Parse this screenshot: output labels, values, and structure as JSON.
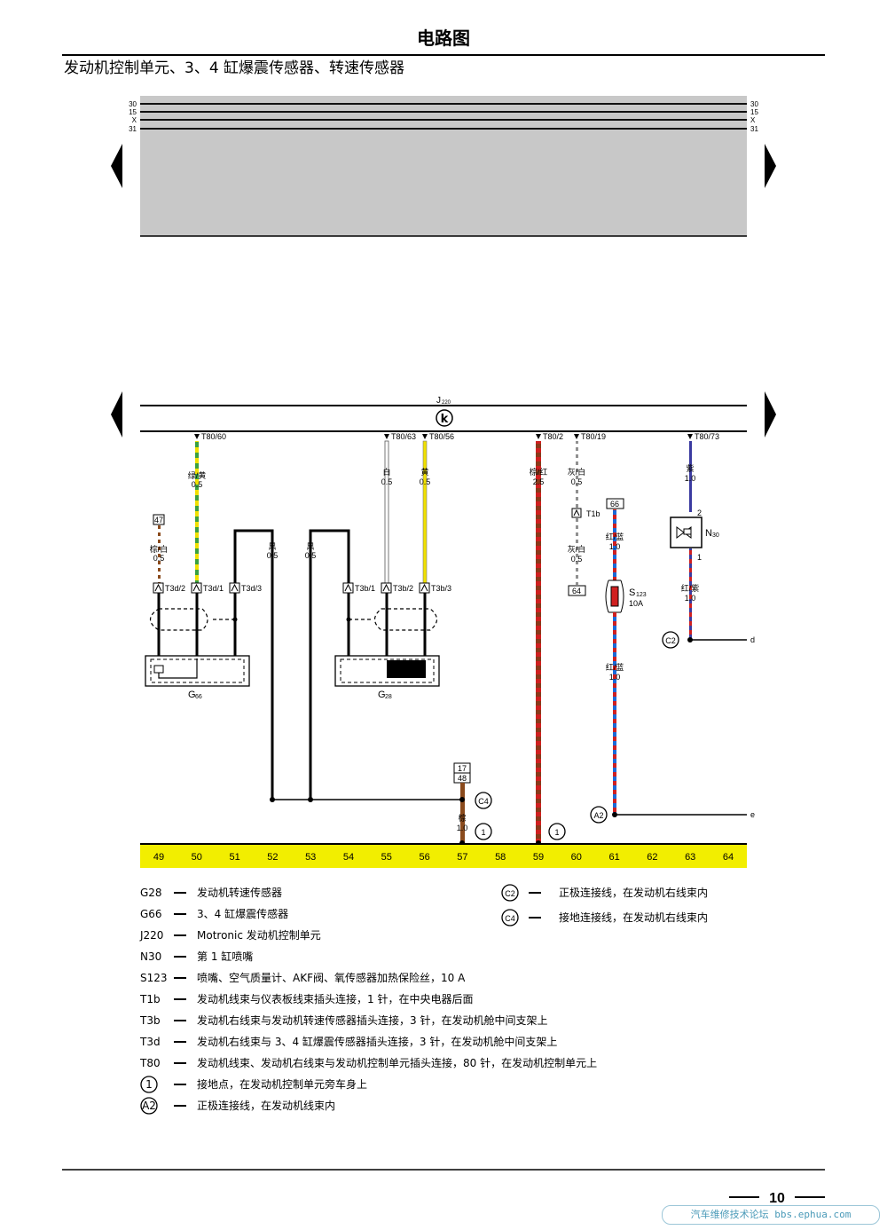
{
  "header": {
    "title": "电路图",
    "subtitle": "发动机控制单元、3、4 缸爆震传感器、转速传感器"
  },
  "rails": {
    "left": [
      "30",
      "15",
      "X",
      "31"
    ],
    "right": [
      "30",
      "15",
      "X",
      "31"
    ]
  },
  "ecu": {
    "label_main": "J",
    "label_sub": "220",
    "symbol": "k"
  },
  "pins": {
    "t80_60": "T80/60",
    "t80_63": "T80/63",
    "t80_56": "T80/56",
    "t80_2": "T80/2",
    "t80_19": "T80/19",
    "t80_73": "T80/73",
    "t3d2": "T3d/2",
    "t3d1": "T3d/1",
    "t3d3": "T3d/3",
    "t3b1": "T3b/1",
    "t3b2": "T3b/2",
    "t3b3": "T3b/3",
    "t1b": "T1b"
  },
  "wires": {
    "gn_ye": {
      "color": "绿/黄",
      "size": "0.5"
    },
    "br_ws": {
      "color": "棕/白",
      "size": "0.5"
    },
    "sw1": {
      "color": "黑",
      "size": "0.5"
    },
    "sw2": {
      "color": "黑",
      "size": "0.5"
    },
    "ws": {
      "color": "白",
      "size": "0.5"
    },
    "ge": {
      "color": "黄",
      "size": "0.5"
    },
    "br_ro": {
      "color": "棕/红",
      "size": "2.5"
    },
    "gr_ws1": {
      "color": "灰/白",
      "size": "0.5"
    },
    "gr_ws2": {
      "color": "灰/白",
      "size": "0.5"
    },
    "li": {
      "color": "紫",
      "size": "1.0"
    },
    "ro_bl1": {
      "color": "红/蓝",
      "size": "1.0"
    },
    "ro_bl2": {
      "color": "红/蓝",
      "size": "1.0"
    },
    "ro_li": {
      "color": "红/紫",
      "size": "1.0"
    },
    "br": {
      "color": "棕",
      "size": "1.0"
    }
  },
  "refs": {
    "r47": "47",
    "r66": "66",
    "r64": "64",
    "r17": "17",
    "r48": "48",
    "d": "d",
    "e": "e"
  },
  "components": {
    "g66": {
      "main": "G",
      "sub": "66"
    },
    "g28": {
      "main": "G",
      "sub": "28"
    },
    "s123": {
      "main": "S",
      "sub": "123",
      "rating": "10A"
    },
    "n30": {
      "main": "N",
      "sub": "30",
      "pin_top": "2",
      "pin_bottom": "1"
    }
  },
  "connectors": {
    "c2": "C2",
    "c4": "C4",
    "a2": "A2",
    "g1a": "1",
    "g1b": "1"
  },
  "tracks": [
    "49",
    "50",
    "51",
    "52",
    "53",
    "54",
    "55",
    "56",
    "57",
    "58",
    "59",
    "60",
    "61",
    "62",
    "63",
    "64"
  ],
  "legend_left": [
    {
      "code": "G28",
      "text": "发动机转速传感器"
    },
    {
      "code": "G66",
      "text": "3、4 缸爆震传感器"
    },
    {
      "code": "J220",
      "text": "Motronic 发动机控制单元"
    },
    {
      "code": "N30",
      "text": "第 1 缸喷嘴"
    },
    {
      "code": "S123",
      "text": "喷嘴、空气质量计、AKF阀、氧传感器加热保险丝，10 A"
    },
    {
      "code": "T1b",
      "text": "发动机线束与仪表板线束插头连接，1 针，在中央电器后面"
    },
    {
      "code": "T3b",
      "text": "发动机右线束与发动机转速传感器插头连接，3 针，在发动机舱中间支架上"
    },
    {
      "code": "T3d",
      "text": "发动机右线束与 3、4 缸爆震传感器插头连接，3 针，在发动机舱中间支架上"
    },
    {
      "code": "T80",
      "text": "发动机线束、发动机右线束与发动机控制单元插头连接，80 针，在发动机控制单元上"
    },
    {
      "code": "1",
      "text": "接地点，在发动机控制单元旁车身上"
    },
    {
      "code": "A2",
      "text": "正极连接线，在发动机线束内"
    }
  ],
  "legend_right": [
    {
      "code": "C2",
      "text": "正极连接线，在发动机右线束内"
    },
    {
      "code": "C4",
      "text": "接地连接线，在发动机右线束内"
    }
  ],
  "footer": {
    "page_number": "10",
    "watermark": "汽车维修技术论坛 bbs.ephua.com"
  },
  "colors": {
    "track_yellow": "#f2ee00",
    "panel_gray": "#c8c8c8",
    "green": "#3aa040",
    "yellow": "#f0e000",
    "brown": "#8a4a1c",
    "red": "#d02020",
    "blue": "#1a6ad8",
    "purple": "#3a3aa0",
    "gray": "#909090"
  }
}
